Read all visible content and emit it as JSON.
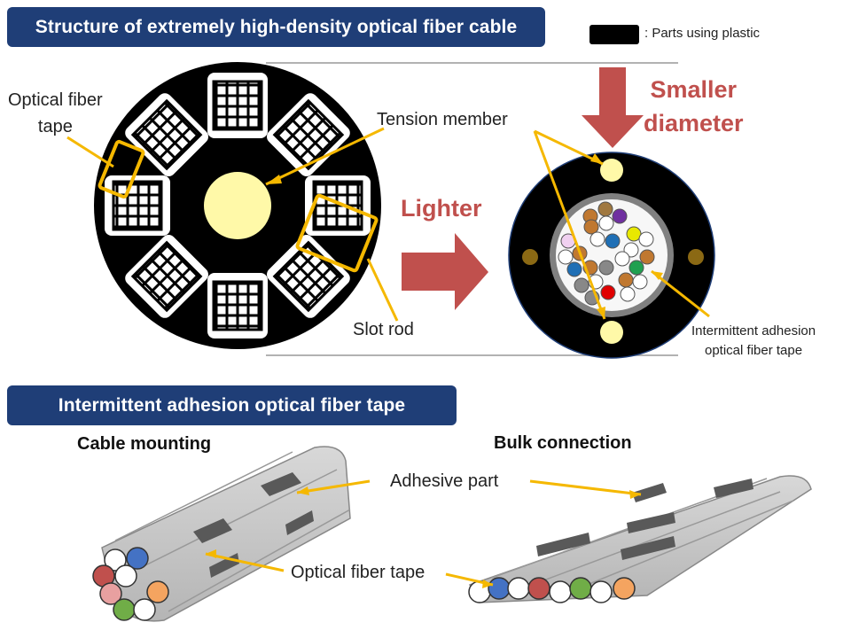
{
  "titles": {
    "top": "Structure of extremely high-density optical fiber cable",
    "bottom": "Intermittent adhesion optical fiber tape"
  },
  "legend": {
    "swatch_color": "#000000",
    "label": ": Parts using plastic"
  },
  "labels": {
    "optical_fiber_tape_line1": "Optical fiber",
    "optical_fiber_tape_line2": "tape",
    "tension_member": "Tension member",
    "slot_rod": "Slot rod",
    "lighter": "Lighter",
    "smaller_line1": "Smaller",
    "smaller_line2": "diameter",
    "intermittent_line1": "Intermittent adhesion",
    "intermittent_line2": "optical fiber tape",
    "cable_mounting": "Cable mounting",
    "bulk_connection": "Bulk connection",
    "adhesive_part": "Adhesive part",
    "optical_fiber_tape": "Optical fiber tape"
  },
  "colors": {
    "banner": "#1f3e77",
    "accent_red": "#c0504d",
    "arrow_red": "#c0504d",
    "callout_yellow": "#f5b800",
    "tension_member": "#fff9a8",
    "tape_gray": "#c8c8c8",
    "adhesive_dark": "#595959"
  },
  "fiber_colors": [
    "#4472c4",
    "#c0504d",
    "#70ad47",
    "#f4a460",
    "#ffffff"
  ]
}
